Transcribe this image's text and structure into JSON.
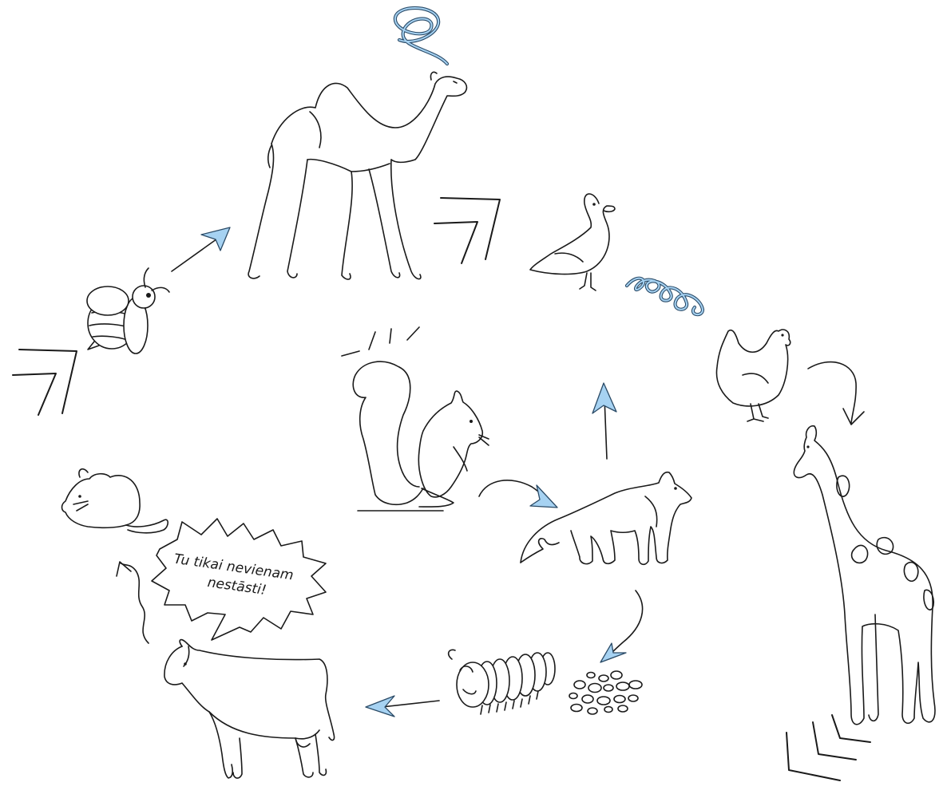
{
  "speech_bubble": {
    "line1": "Tu tikai nevienam",
    "line2": "nestāsti!"
  },
  "animals": [
    "camel",
    "duck",
    "chicken",
    "giraffe",
    "bee",
    "squirrel",
    "fox",
    "mouse",
    "cow",
    "larva",
    "eggs"
  ],
  "colors": {
    "accent_blue": "#a6d2f2",
    "ink": "#1a1a1a",
    "coil_dark": "#2b4c69"
  }
}
